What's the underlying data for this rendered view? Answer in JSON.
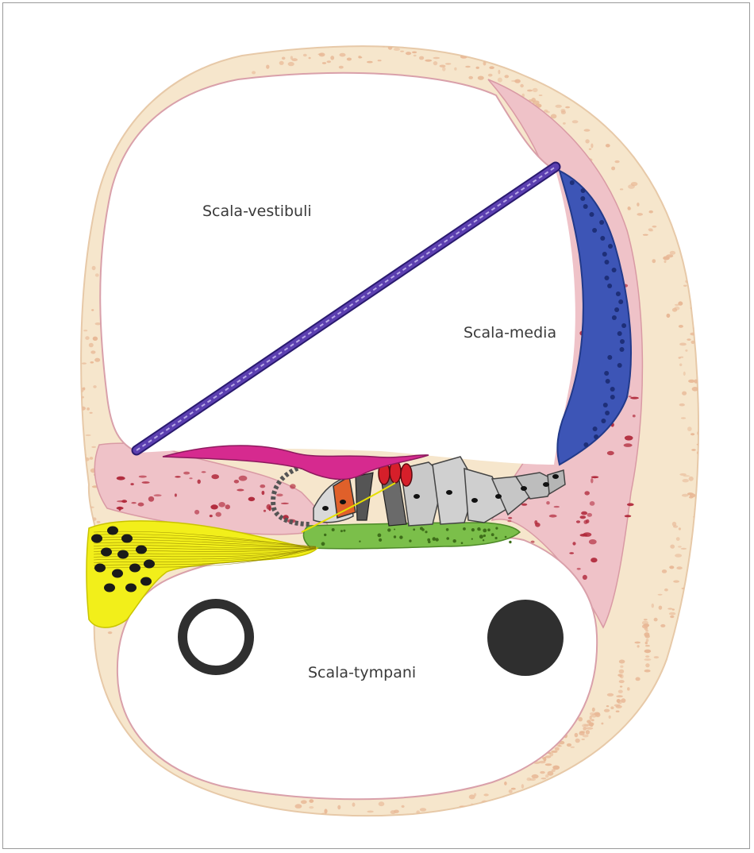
{
  "labels": {
    "scala_vestibuli": "Scala-vestibuli",
    "scala_media": "Scala-media",
    "scala_tympani": "Scala-tympani"
  },
  "colors": {
    "bone": "#f6e6cc",
    "bone_speckle": "#e8b896",
    "soft_tissue": "#efc2c8",
    "vessel": "#b0283a",
    "reissner_membrane": "#4a2f9a",
    "stria_vascularis": "#3d55b6",
    "tectorial_membrane": "#d62a8f",
    "basilar_membrane": "#7bbf4a",
    "nerve": "#f2ef1a",
    "hair_cells": "#d61f2a",
    "pillar_cell": "#e0602a",
    "support_cells": "#c9c9c9",
    "dark_structure": "#333333"
  }
}
